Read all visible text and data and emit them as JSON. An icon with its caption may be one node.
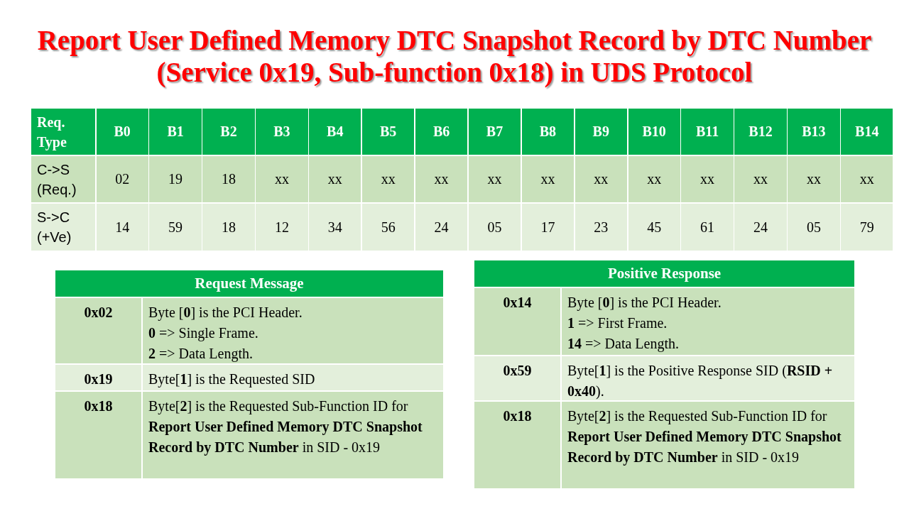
{
  "diagram": {
    "title": "Report User Defined Memory DTC Snapshot Record by DTC Number (Service 0x19, Sub-function 0x18) in UDS Protocol",
    "labels": [
      "Req. Type",
      "B0",
      "B1",
      "B2",
      "B3",
      "B4",
      "B5",
      "B6",
      "B7",
      "B8",
      "B9",
      "B10",
      "B11",
      "B12",
      "B13",
      "B14",
      "C->S (Req.)",
      "02",
      "19",
      "18",
      "xx",
      "xx",
      "xx",
      "xx",
      "xx",
      "xx",
      "xx",
      "xx",
      "xx",
      "xx",
      "xx",
      "xx",
      "S->C (+Ve)",
      "14",
      "59",
      "18",
      "12",
      "34",
      "56",
      "24",
      "05",
      "17",
      "23",
      "45",
      "61",
      "24",
      "05",
      "79",
      "Request Message",
      "0x02",
      "Byte [**0**] is the PCI Header.",
      "**0** => Single  Frame.",
      "**2** => Data Length.",
      "0x19",
      "Byte[**1**] is the Requested SID",
      "0x18",
      "Byte[**2**] is the Requested Sub-Function ID for **Report User Defined Memory DTC Snapshot Record by DTC Number** in SID - 0x19",
      "Positive Response",
      "0x14",
      "Byte [**0**] is the PCI Header.",
      "**1** => First Frame.",
      "**14** => Data Length.",
      "0x59",
      "Byte[**1**] is the Positive Response SID (**RSID + 0x40**).",
      "0x18",
      "Byte[**2**] is the Requested Sub-Function ID for **Report User Defined Memory DTC Snapshot Record by DTC Number** in SID - 0x19"
    ]
  }
}
